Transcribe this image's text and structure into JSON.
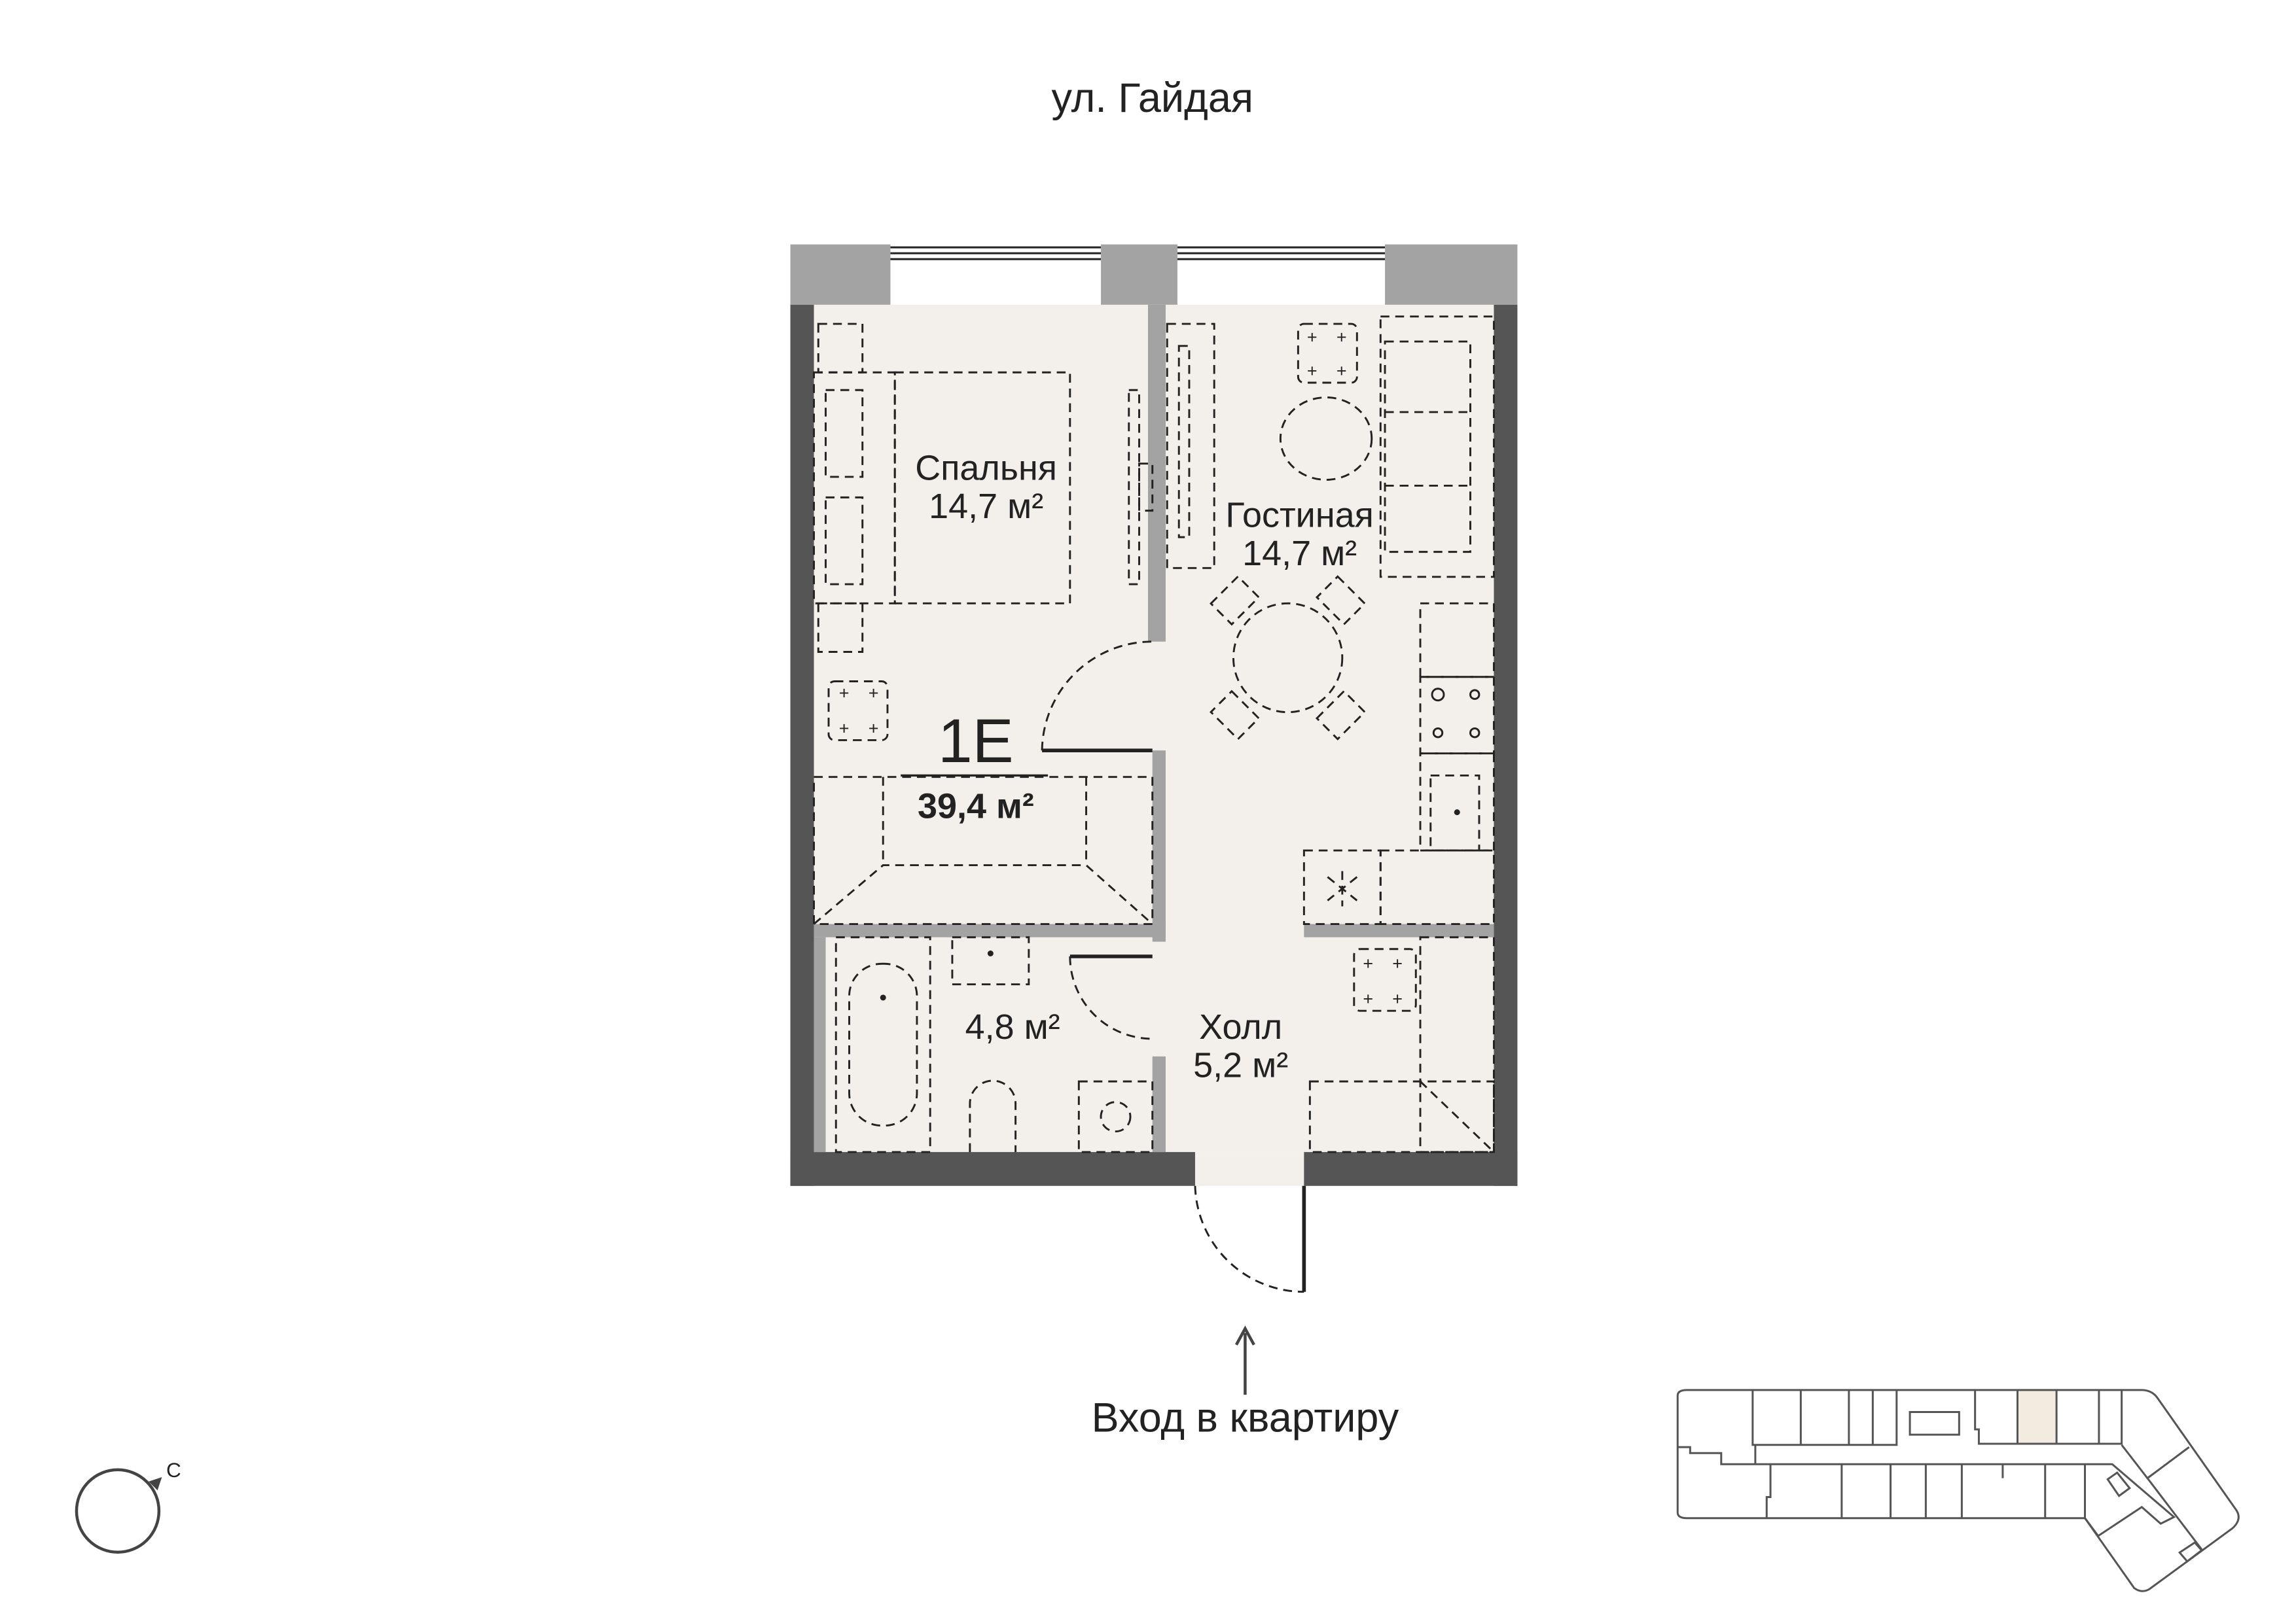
{
  "street": "ул. Гайдая",
  "apartment": {
    "code": "1E",
    "total_area": "39,4 м²"
  },
  "rooms": [
    {
      "name": "Спальня",
      "area": "14,7 м²"
    },
    {
      "name": "Гостиная",
      "area": "14,7 м²"
    },
    {
      "name": "",
      "area": "4,8 м²"
    },
    {
      "name": "Холл",
      "area": "5,2 м²"
    }
  ],
  "entrance_label": "Вход в квартиру",
  "compass_label": "С",
  "colors": {
    "floor": "#f3efeb",
    "wall": "#555555",
    "partition": "#a3a3a3",
    "highlight": "#f2ebe0"
  }
}
